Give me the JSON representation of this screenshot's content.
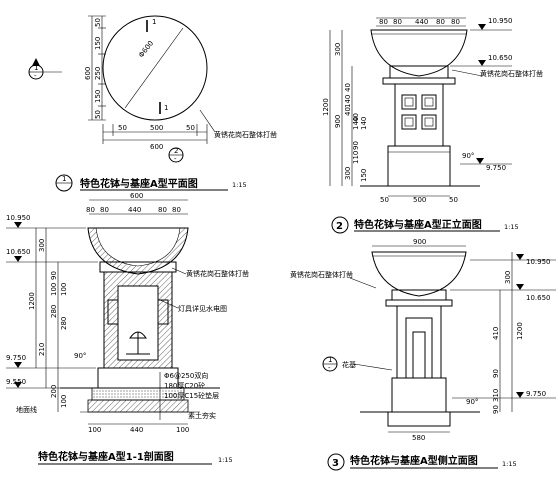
{
  "views": {
    "plan": {
      "title": "特色花钵与基座A型平面图",
      "scale": "1:15",
      "marker_num": "1",
      "marker_sheet": "-",
      "section_num_left": "1",
      "section_num_right": "1",
      "callout": "黄锈花岗石整体打凿",
      "dims": {
        "diameter": "Φ600",
        "w_total": "600",
        "w_top": "500",
        "w_left": "50",
        "w_right": "50",
        "h_total": "600",
        "h_a": "150",
        "h_b": "250",
        "h_c": "150",
        "h_d": "50",
        "h_e": "50"
      },
      "axis_marker_num": "2",
      "axis_marker_sheet": "-"
    },
    "elevation": {
      "title": "特色花钵与基座A型正立面图",
      "scale": "1:15",
      "marker_num": "2",
      "callout": "黄锈花岗石整体打凿",
      "levels": [
        "10.950",
        "10.650",
        "9.750"
      ],
      "dims_top": [
        "80",
        "80",
        "440",
        "80",
        "80"
      ],
      "dims_left": [
        "300",
        "1200",
        "900",
        "40",
        "140",
        "40",
        "140",
        "40",
        "140",
        "90",
        "300",
        "110",
        "150"
      ],
      "dims_bottom": [
        "50",
        "500",
        "50"
      ],
      "angle": "90°"
    },
    "section": {
      "title": "特色花钵与基座A型1-1剖面图",
      "scale": "1:15",
      "callouts": [
        "黄锈花岗石整体打凿",
        "灯具详见水电图"
      ],
      "notes": [
        "Φ6@250双向",
        "180厚C20砼",
        "100厚C15砼垫层",
        "素土夯实"
      ],
      "levels": [
        "10.950",
        "10.650",
        "9.750",
        "9.550"
      ],
      "ground": "地面线",
      "dims_top_total": "600",
      "dims_top": [
        "80",
        "80",
        "440",
        "80",
        "80"
      ],
      "dims_bottom": [
        "100",
        "440",
        "100"
      ],
      "dims_left": [
        "300",
        "1200",
        "90",
        "100",
        "280",
        "100",
        "210",
        "200",
        "100",
        "280"
      ],
      "angle": "90°"
    },
    "side": {
      "title": "特色花钵与基座A型侧立面图",
      "scale": "1:15",
      "marker_num": "3",
      "callout": "黄锈花岗石整体打凿",
      "base_label": "花基",
      "base_marker_num": "1",
      "base_marker_sheet": "-",
      "levels": [
        "10.950",
        "10.650",
        "9.750"
      ],
      "dims_top_total": "900",
      "dims_bottom": [
        "580"
      ],
      "dims_right": [
        "300",
        "1200",
        "410",
        "90",
        "310",
        "90"
      ],
      "angle": "90°"
    }
  }
}
